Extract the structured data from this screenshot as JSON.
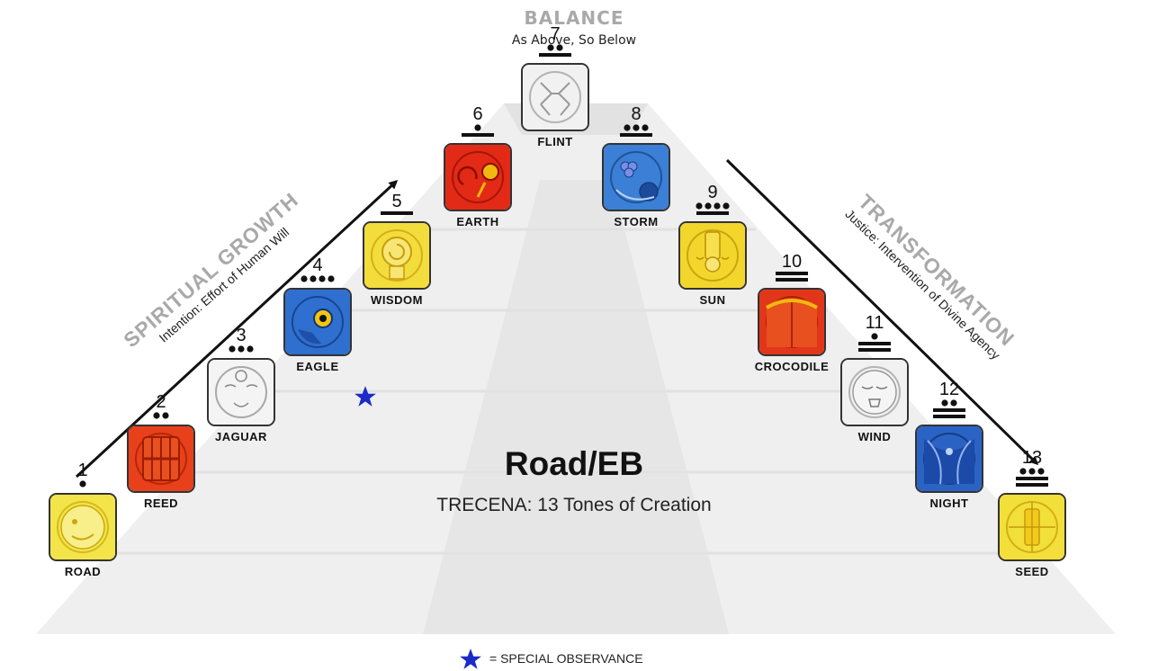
{
  "header": {
    "title": "BALANCE",
    "subtitle": "As Above, So Below"
  },
  "center": {
    "title": "Road/EB",
    "subtitle": "TRECENA: 13 Tones of Creation"
  },
  "left_arrow": {
    "title": "SPIRITUAL GROWTH",
    "subtitle": "Intention: Effort of Human Will"
  },
  "right_arrow": {
    "title": "TRANSFORMATION",
    "subtitle": "Justice: Intervention of Divine Agency"
  },
  "days": [
    {
      "number": "1",
      "label": "ROAD",
      "dots": 1,
      "bars": 0,
      "color": "#f3e44a",
      "icon": "road-glyph-icon"
    },
    {
      "number": "2",
      "label": "REED",
      "dots": 2,
      "bars": 0,
      "color": "#e8401a",
      "icon": "reed-glyph-icon"
    },
    {
      "number": "3",
      "label": "JAGUAR",
      "dots": 3,
      "bars": 0,
      "color": "#f4f4f4",
      "icon": "jaguar-glyph-icon"
    },
    {
      "number": "4",
      "label": "EAGLE",
      "dots": 4,
      "bars": 0,
      "color": "#2f6fd0",
      "icon": "eagle-glyph-icon"
    },
    {
      "number": "5",
      "label": "WISDOM",
      "dots": 0,
      "bars": 1,
      "color": "#f3dd3c",
      "icon": "wisdom-glyph-icon"
    },
    {
      "number": "6",
      "label": "EARTH",
      "dots": 1,
      "bars": 1,
      "color": "#e22a16",
      "icon": "earth-glyph-icon"
    },
    {
      "number": "7",
      "label": "FLINT",
      "dots": 2,
      "bars": 1,
      "color": "#f1f1f1",
      "icon": "flint-glyph-icon"
    },
    {
      "number": "8",
      "label": "STORM",
      "dots": 3,
      "bars": 1,
      "color": "#3c7fd6",
      "icon": "storm-glyph-icon"
    },
    {
      "number": "9",
      "label": "SUN",
      "dots": 4,
      "bars": 1,
      "color": "#f3d62c",
      "icon": "sun-glyph-icon"
    },
    {
      "number": "10",
      "label": "CROCODILE",
      "dots": 0,
      "bars": 2,
      "color": "#e2361a",
      "icon": "crocodile-glyph-icon"
    },
    {
      "number": "11",
      "label": "WIND",
      "dots": 1,
      "bars": 2,
      "color": "#f1f1f1",
      "icon": "wind-glyph-icon"
    },
    {
      "number": "12",
      "label": "NIGHT",
      "dots": 2,
      "bars": 2,
      "color": "#2a63c4",
      "icon": "night-glyph-icon"
    },
    {
      "number": "13",
      "label": "SEED",
      "dots": 3,
      "bars": 2,
      "color": "#f3df3a",
      "icon": "seed-glyph-icon"
    }
  ],
  "special_day": "EAGLE",
  "legend": {
    "marker": "★",
    "text": "= SPECIAL OBSERVANCE",
    "star_color": "#1a2bc8"
  }
}
